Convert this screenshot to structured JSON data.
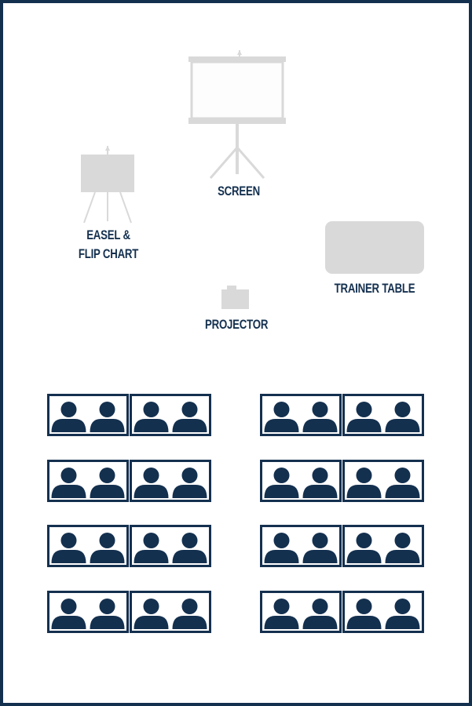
{
  "labels": {
    "screen": "SCREEN",
    "easel_line1": "EASEL &",
    "easel_line2": "FLIP CHART",
    "trainer_table": "TRAINER TABLE",
    "projector": "PROJECTOR"
  },
  "colors": {
    "border": "#14304f",
    "equipment": "#d9d9d9",
    "person": "#14304f"
  },
  "seating": {
    "left_column_rows": 4,
    "right_column_rows": 4,
    "desks_per_row": 2,
    "people_per_desk": 2
  }
}
